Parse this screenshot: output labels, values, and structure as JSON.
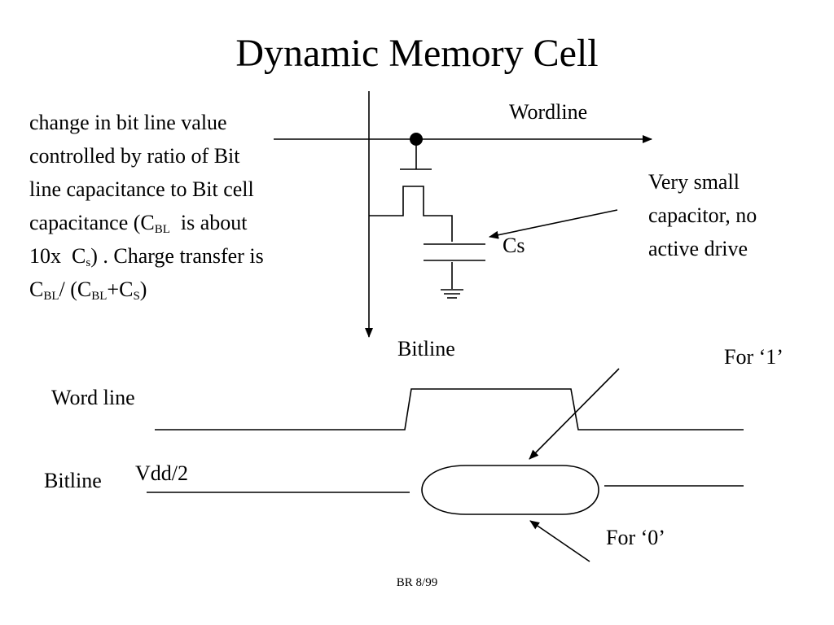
{
  "title": "Dynamic Memory Cell",
  "description": {
    "line1": "change in bit line value",
    "line2": "controlled by ratio of Bit",
    "line3": "line capacitance to Bit cell",
    "line4_a": "capacitance (C",
    "line4_sub": "BL",
    "line4_b": "  is about",
    "line5_a": "10x  C",
    "line5_sub": "s",
    "line5_b": ") . Charge transfer is",
    "line6_a": "C",
    "line6_sub1": "BL",
    "line6_b": "/ (C",
    "line6_sub2": "BL",
    "line6_c": "+C",
    "line6_sub3": "S",
    "line6_d": ")"
  },
  "circuit": {
    "wordline_label": "Wordline",
    "bitline_label": "Bitline",
    "cs_label": "Cs",
    "cap_note_line1": "Very small",
    "cap_note_line2": "capacitor, no",
    "cap_note_line3": "active drive"
  },
  "waveform": {
    "word_line_label": "Word line",
    "bitline_label": "Bitline",
    "vdd_label": "Vdd/2",
    "for_one_label": "For ‘1’",
    "for_zero_label": "For ‘0’"
  },
  "footer": "BR 8/99"
}
